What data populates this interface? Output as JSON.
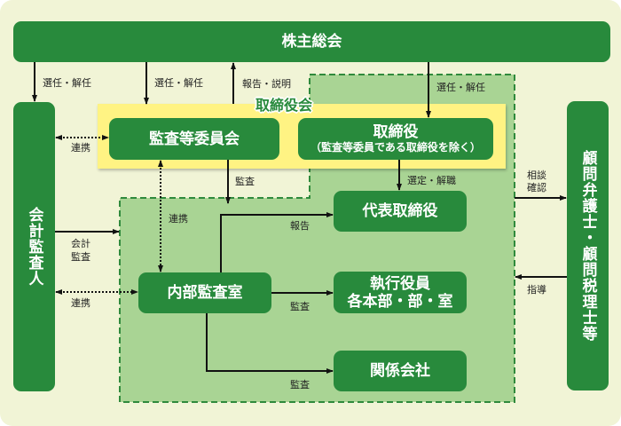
{
  "title": "取締役会",
  "colors": {
    "background": "#f1f4d6",
    "box_green": "#288a3c",
    "region_green": "#a9d494",
    "board_yellow": "#fff383",
    "text": "#222222"
  },
  "nodes": {
    "shareholders": "株主総会",
    "accounting_auditor": "会計監査人",
    "audit_committee": "監査等委員会",
    "directors": "取締役",
    "directors_note": "（監査等委員である取締役を除く）",
    "representative_director": "代表取締役",
    "internal_audit": "内部監査室",
    "executive_officers_line1": "執行役員",
    "executive_officers_line2": "各本部・部・室",
    "affiliates": "関係会社",
    "advisors": "顧問弁護士・顧問税理士等"
  },
  "edges": {
    "appoint_dismiss_auditor": "選任・解任",
    "appoint_dismiss_committee": "選任・解任",
    "report_explain": "報告・説明",
    "appoint_dismiss_directors": "選任・解任",
    "coop_committee_auditor": "連携",
    "audit_committee_to_execution": "監査",
    "coop_committee_internal": "連携",
    "accounting_audit_line1": "会計",
    "accounting_audit_line2": "監査",
    "coop_internal_auditor": "連携",
    "select_dismiss": "選定・解職",
    "report": "報告",
    "audit_exec": "監査",
    "audit_affiliates": "監査",
    "consult_line1": "相談",
    "consult_line2": "確認",
    "guidance": "指導"
  }
}
